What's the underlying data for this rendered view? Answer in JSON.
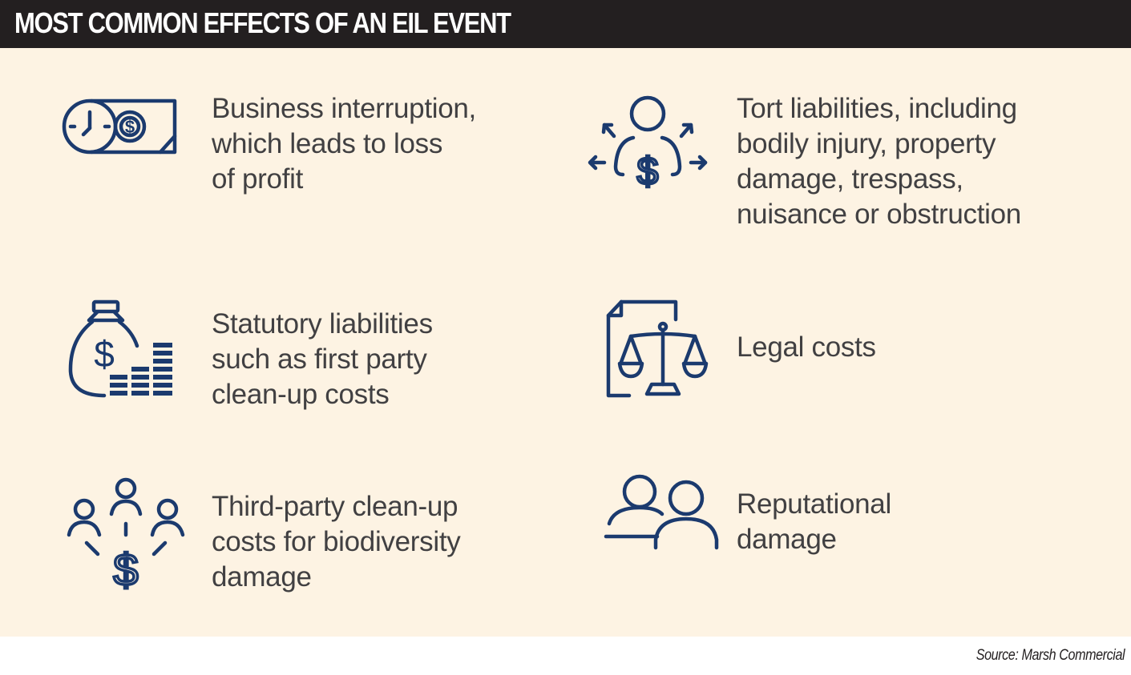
{
  "header": {
    "title": "MOST COMMON EFFECTS OF AN EIL EVENT"
  },
  "items": [
    {
      "text": "Business interruption,\nwhich leads to loss\nof profit",
      "icon": "clock-money-icon"
    },
    {
      "text": "Tort liabilities, including\nbodily injury, property\ndamage, trespass,\nnuisance or obstruction",
      "icon": "person-dollar-arrows-icon"
    },
    {
      "text": "Statutory liabilities\nsuch as first party\nclean-up costs",
      "icon": "money-bag-coins-icon"
    },
    {
      "text": "Legal costs",
      "icon": "document-scales-icon"
    },
    {
      "text": "Third-party clean-up\ncosts for biodiversity\ndamage",
      "icon": "people-dollar-network-icon"
    },
    {
      "text": "Reputational\ndamage",
      "icon": "two-people-icon"
    }
  ],
  "footer": {
    "source": "Source: Marsh Commercial"
  },
  "colors": {
    "header_bg": "#231f20",
    "panel_bg": "#fdf3e3",
    "icon": "#1b3a6e",
    "text": "#414042"
  }
}
